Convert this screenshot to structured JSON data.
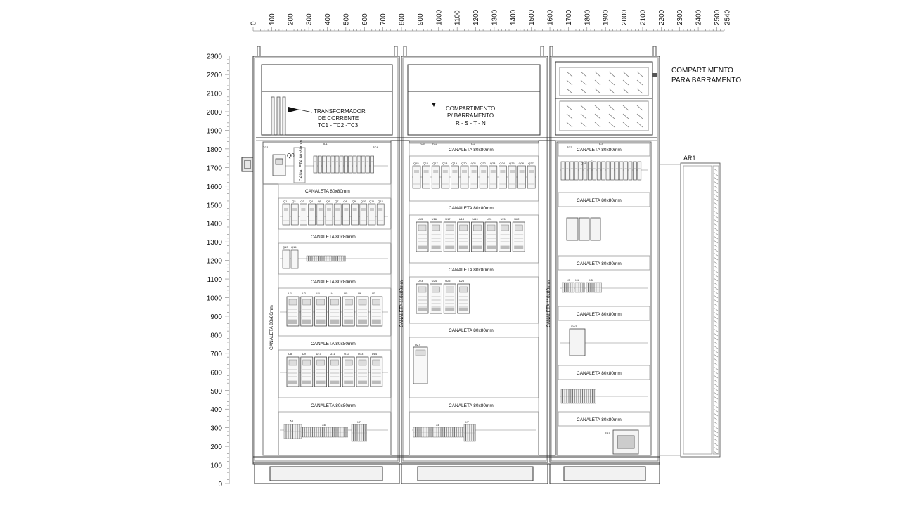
{
  "top_ruler": {
    "ticks": [
      "0",
      "100",
      "200",
      "300",
      "400",
      "500",
      "600",
      "700",
      "800",
      "900",
      "1000",
      "1100",
      "1200",
      "1300",
      "1400",
      "1500",
      "1600",
      "1700",
      "1800",
      "1900",
      "2000",
      "2100",
      "2200",
      "2300",
      "2400",
      "2500",
      "2540"
    ]
  },
  "left_ruler": {
    "ticks": [
      "2300",
      "2200",
      "2100",
      "2000",
      "1900",
      "1800",
      "1700",
      "1600",
      "1500",
      "1400",
      "1300",
      "1200",
      "1100",
      "1000",
      "900",
      "800",
      "700",
      "600",
      "500",
      "400",
      "300",
      "200",
      "100",
      "0"
    ]
  },
  "callouts": {
    "transformer_l1": "TRANSFORMADOR",
    "transformer_l2": "DE CORRENTE",
    "transformer_l3": "TC1 - TC2 -TC3",
    "busbar_mid_l1": "COMPARTIMENTO",
    "busbar_mid_l2": "P/ BARRAMENTO",
    "busbar_mid_l3": "R - S - T - N",
    "busbar_right_l1": "COMPARTIMENTO",
    "busbar_right_l2": "PARA BARRAMENTO",
    "ar1": "AR1"
  },
  "components": {
    "q0": "Q0",
    "tc1": "TC1",
    "tc2": "TC2",
    "tc3": "TC3",
    "tc4": "TC4",
    "tc5": "TC5",
    "il1": "IL1",
    "il2": "IL2",
    "il3": "IL3",
    "x6_left": "X6",
    "x7_left": "X7",
    "x8_left": "X8",
    "x6_mid": "X6",
    "x7_mid": "X7",
    "x3": "X3",
    "x4": "X4",
    "x5": "X5",
    "sw1": "SW1",
    "tr1": "TR1",
    "q28": "Q28",
    "f1": "F1",
    "q13": "Q13",
    "q14": "Q14",
    "u27": "U27",
    "row_q1": [
      "Q1",
      "Q2",
      "Q3",
      "Q4",
      "Q5",
      "Q6",
      "Q7",
      "Q8",
      "Q9",
      "Q10",
      "Q11",
      "Q12"
    ],
    "row_q15": [
      "Q15",
      "Q16",
      "Q17",
      "Q18",
      "Q19",
      "Q20",
      "Q21",
      "Q22",
      "Q23",
      "Q24",
      "Q25",
      "Q26",
      "Q27"
    ],
    "row_u1": [
      "U1",
      "U2",
      "U3",
      "U4",
      "U5",
      "U6",
      "U7"
    ],
    "row_u8": [
      "U8",
      "U9",
      "U10",
      "U11",
      "U12",
      "U13",
      "U14"
    ],
    "row_u15": [
      "U15",
      "U16",
      "U17",
      "U18",
      "U19",
      "U20",
      "U21",
      "U22"
    ],
    "row_u23": [
      "U23",
      "U24",
      "U25",
      "U26"
    ]
  },
  "canaletas": {
    "c80": "CANALETA 80x80mm",
    "c80_lower": "CANALETA 80x80mm",
    "c110_vertical": "CANALETA 110x80mm",
    "c80_vertical": "CANALETA 80x80mm",
    "c80_vert_small": "CANALETA 80x80mm"
  }
}
